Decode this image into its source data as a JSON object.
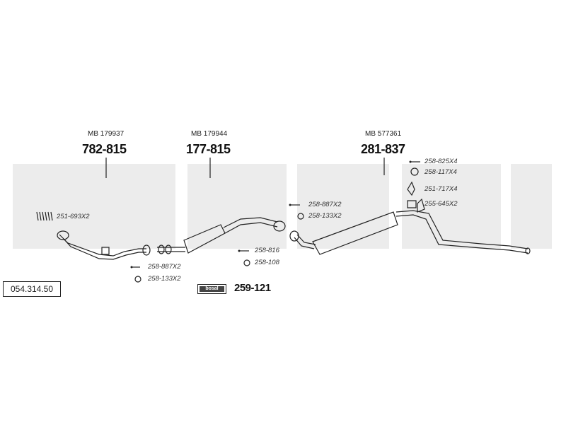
{
  "catalog_number": "054.314.50",
  "brand_logo_text": "bosal",
  "sections": {
    "front": {
      "mb_ref": "MB 179937",
      "part_number": "782-815"
    },
    "middle": {
      "mb_ref": "MB 179944",
      "part_number": "177-815"
    },
    "rear": {
      "mb_ref": "MB 577361",
      "part_number": "281-837"
    }
  },
  "accessories": {
    "spring_bolt": "251-693X2",
    "front_bolt": "258-887X2",
    "front_gasket": "258-133X2",
    "mid_bolt": "258-816",
    "mid_gasket": "258-108",
    "rear_bolt": "258-887X2",
    "rear_gasket": "258-133X2",
    "hanger_bolt": "258-825X4",
    "hanger_ring": "258-117X4",
    "hanger_bracket": "251-717X4",
    "hanger_rubber": "255-645X2",
    "mounting_kit": "259-121"
  }
}
